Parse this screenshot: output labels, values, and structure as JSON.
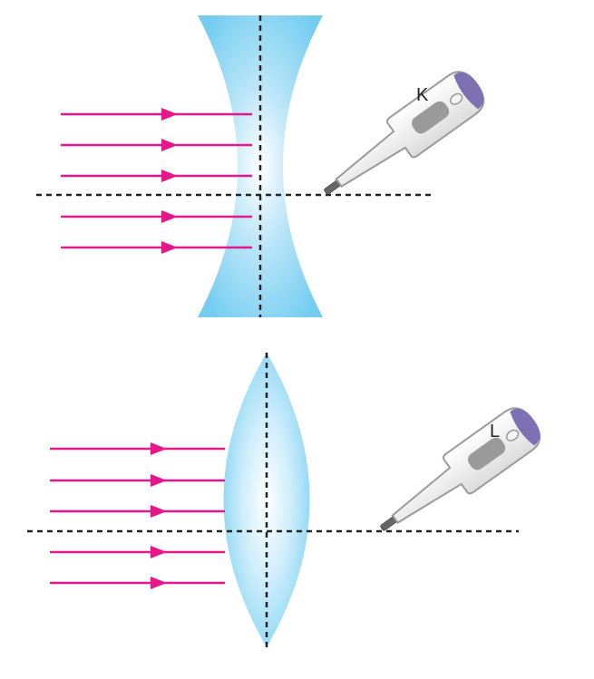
{
  "colors": {
    "ray": "#e5178a",
    "lens_edge": "#74cdf1",
    "lens_center": "#ffffff",
    "axis": "#222222",
    "thermometer_body": "#f2f2f2",
    "thermometer_outline": "#9a9a9a",
    "thermometer_display": "#9a9a9a",
    "thermometer_button": "#7f6fb3"
  },
  "top_setup": {
    "lens_type": "concave",
    "thermometer_label": "K",
    "ray_count": 5
  },
  "bottom_setup": {
    "lens_type": "convex",
    "thermometer_label": "L",
    "ray_count": 5
  }
}
